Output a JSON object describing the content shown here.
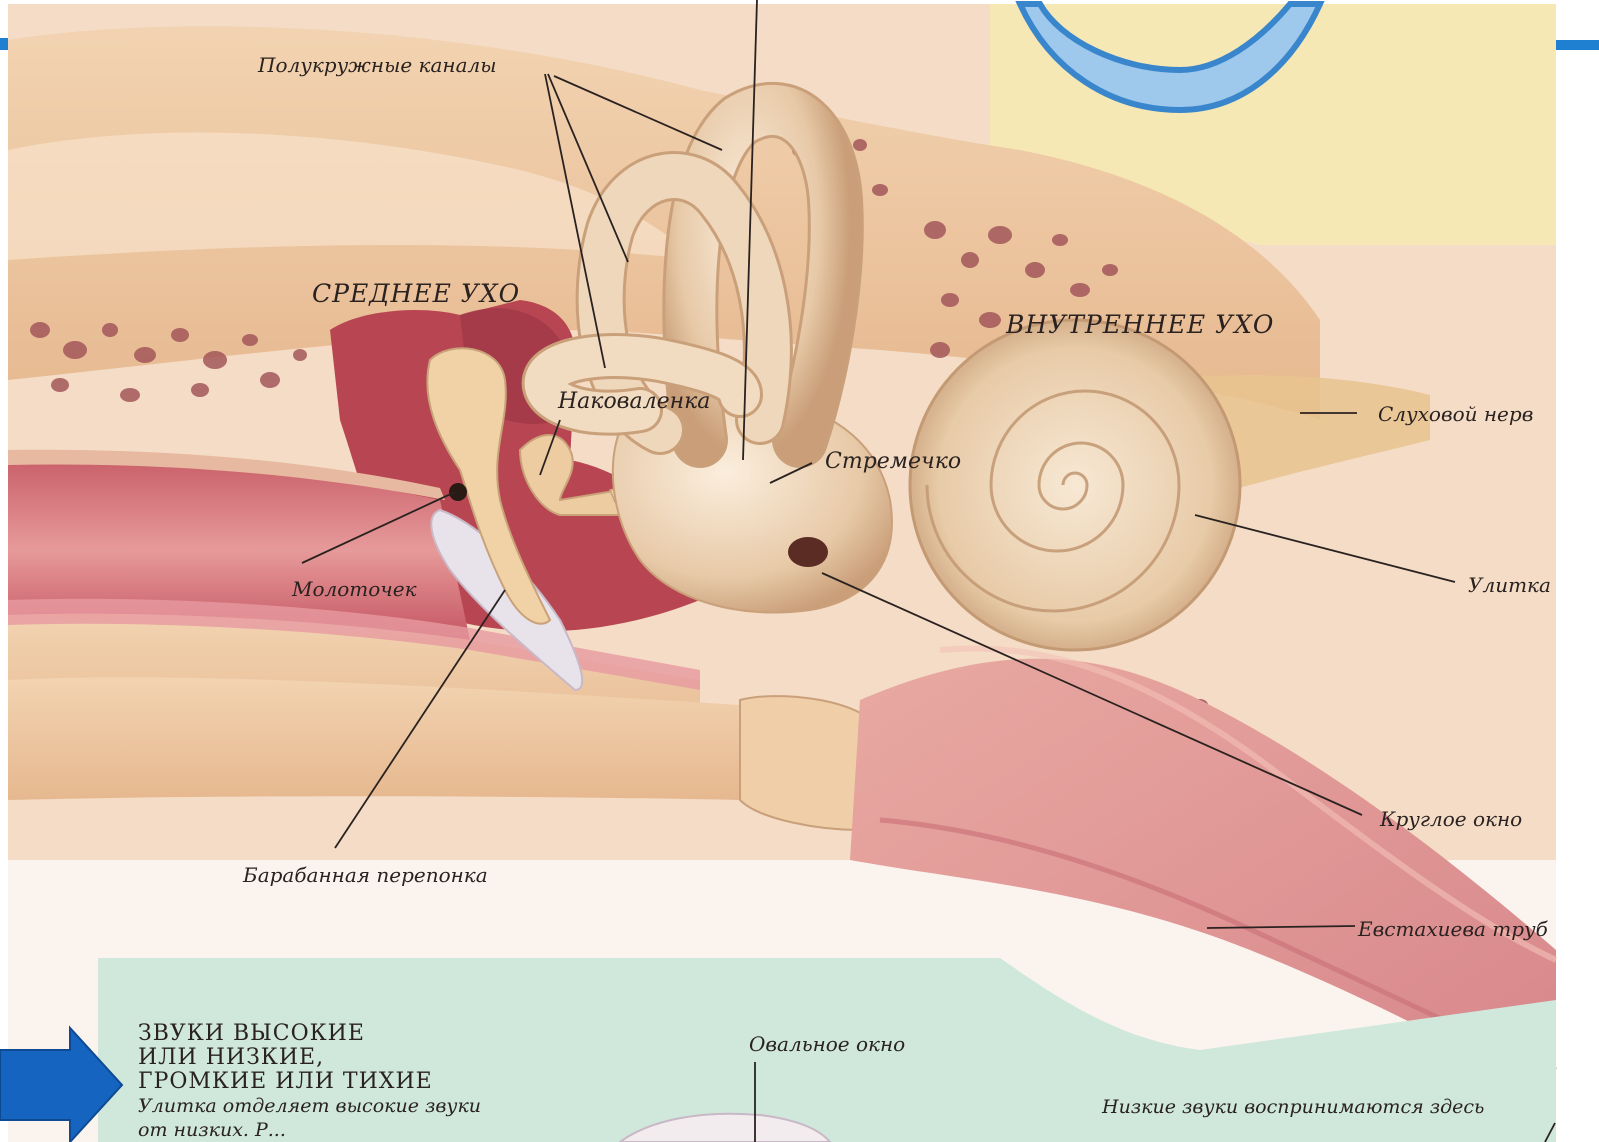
{
  "labels": {
    "semicircular_canals": "Полукружные каналы",
    "middle_ear": "СРЕДНЕЕ УХО",
    "inner_ear": "ВНУТРЕННЕЕ УХО",
    "incus": "Наковаленка",
    "stapes": "Стремечко",
    "auditory_nerve": "Слуховой нерв",
    "cochlea": "Улитка",
    "malleus": "Молоточек",
    "round_window": "Круглое окно",
    "eardrum": "Барабанная перепонка",
    "eustachian_tube": "Евстахиева труб",
    "oval_window": "Овальное окно",
    "low_sounds": "Низкие звуки воспринимаются здесь"
  },
  "caption": {
    "heading_line1": "ЗВУКИ ВЫСОКИЕ",
    "heading_line2": "ИЛИ НИЗКИЕ,",
    "heading_line3": "ГРОМКИЕ ИЛИ ТИХИЕ",
    "body_line1": "Улитка отделяет высокие звуки",
    "body_line2": "от низких. Р..."
  },
  "colors": {
    "background_peach": "#f3d6bd",
    "bone": "#edc7a0",
    "bone_pore": "#a3575a",
    "canal": "#ecd2b4",
    "cavity_red": "#b84652",
    "mint_panel": "#cfe8db",
    "arrow_blue": "#1565c0",
    "frame_blue": "#1f7fd0"
  },
  "icons": {
    "pointer_arrow": "right-arrow-icon"
  }
}
